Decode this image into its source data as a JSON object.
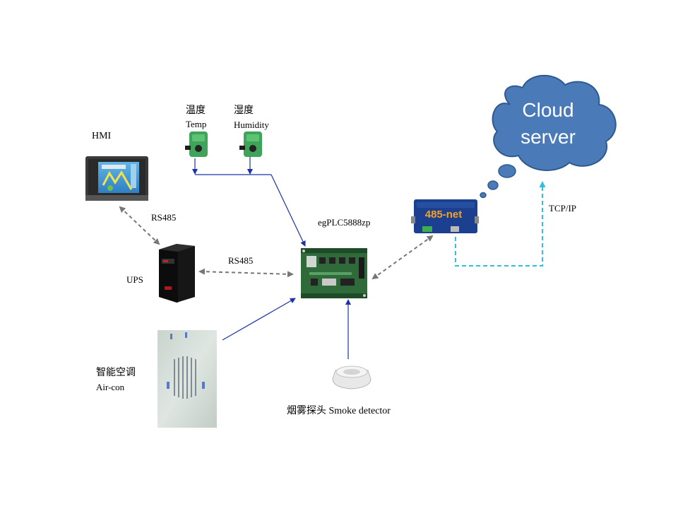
{
  "labels": {
    "temp_cn": "温度",
    "temp_en": "Temp",
    "humidity_cn": "湿度",
    "humidity_en": "Humidity",
    "hmi": "HMI",
    "rs485_hmi": "RS485",
    "rs485_ups": "RS485",
    "ups": "UPS",
    "plc": "egPLC5888zp",
    "aircon_cn": "智能空调",
    "aircon_en": "Air-con",
    "smoke": "烟雾探头 Smoke detector",
    "tcpip": "TCP/IP",
    "cloud_line1": "Cloud",
    "cloud_line2": "server",
    "gateway_brand": "485-net"
  },
  "colors": {
    "cloud_fill": "#4a7ab8",
    "cloud_stroke": "#2f5a8f",
    "solid_link": "#1a33a8",
    "dashed_link": "#777777",
    "tcp_link": "#33bde0",
    "pcb_green": "#2f6b3a",
    "sensor_green": "#3fa35a",
    "gateway_blue": "#1c3f8f",
    "gateway_text": "#f2a225"
  },
  "icons": [
    "hmi-screen-icon",
    "ups-icon",
    "temp-sensor-icon",
    "humidity-sensor-icon",
    "plc-board-icon",
    "gateway-device-icon",
    "aircon-icon",
    "smoke-detector-icon",
    "cloud-icon"
  ]
}
